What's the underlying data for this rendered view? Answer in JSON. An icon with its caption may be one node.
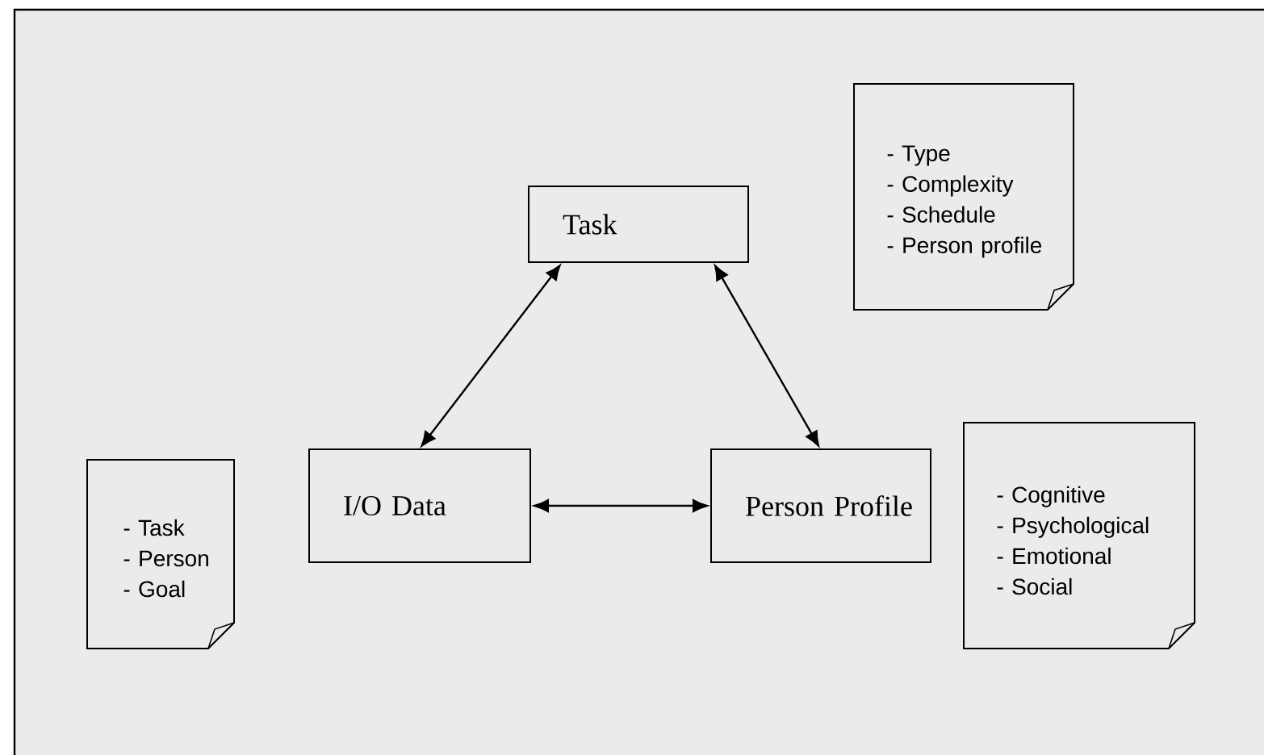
{
  "diagram": {
    "nodes": [
      {
        "text": [
          "Task"
        ]
      },
      {
        "text": [
          "- Type",
          "- Complexity",
          "- Schedule",
          "- Person profile"
        ]
      },
      {
        "text": [
          "- Task",
          "- Person",
          "- Goal"
        ]
      },
      {
        "text": [
          "I/O Data"
        ]
      },
      {
        "text": [
          "Person Profile"
        ]
      },
      {
        "text": [
          "- Cognitive",
          "- Psychological",
          "- Emotional",
          "- Social"
        ]
      }
    ],
    "edges": [
      {
        "from": 0,
        "to": 3,
        "arrow": "both"
      },
      {
        "from": 0,
        "to": 4,
        "arrow": "both"
      },
      {
        "from": 3,
        "to": 4,
        "arrow": "both"
      }
    ]
  }
}
